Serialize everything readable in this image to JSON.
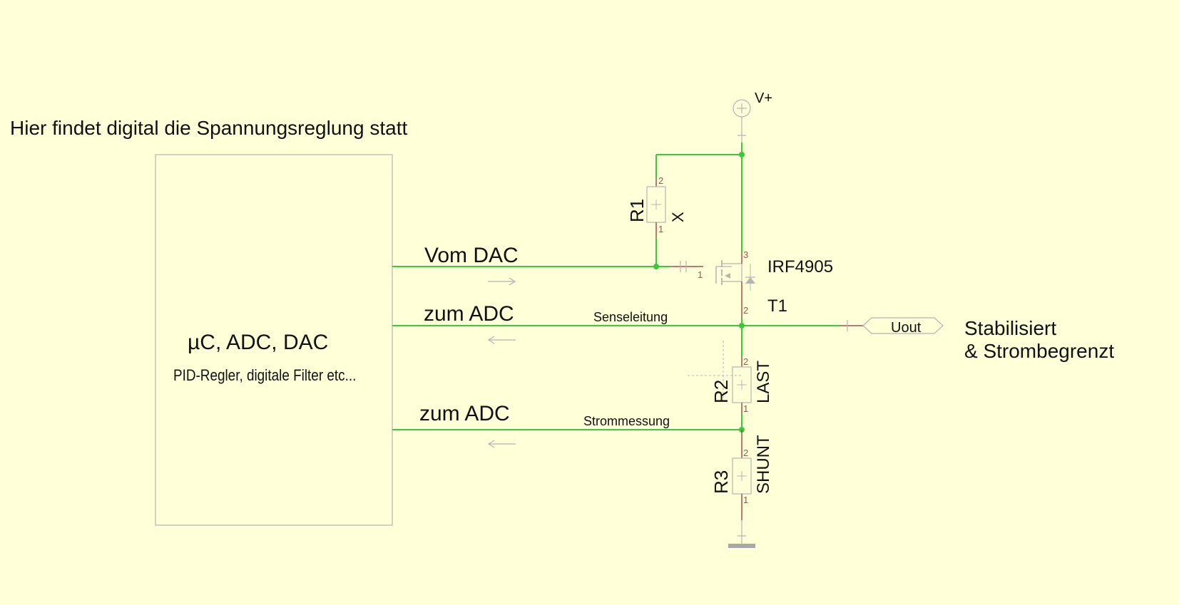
{
  "title": "Hier findet digital die Spannungsreglung statt",
  "controller": {
    "label": "µC, ADC, DAC",
    "sublabel": "PID-Regler, digitale Filter etc..."
  },
  "signals": {
    "dac": "Vom DAC",
    "adc_sense": "zum ADC",
    "sense_line": "Senseleitung",
    "adc_current": "zum ADC",
    "current_line": "Strommessung"
  },
  "power": {
    "label": "V+"
  },
  "components": {
    "r1": {
      "ref": "R1",
      "value": "X",
      "pin_top": "2",
      "pin_bottom": "1"
    },
    "t1": {
      "ref": "T1",
      "value": "IRF4905",
      "pin_gate": "1",
      "pin_source": "3",
      "pin_drain": "2"
    },
    "r2": {
      "ref": "R2",
      "value": "LAST",
      "pin_top": "2",
      "pin_bottom": "1"
    },
    "r3": {
      "ref": "R3",
      "value": "SHUNT",
      "pin_top": "2",
      "pin_bottom": "1"
    }
  },
  "output": {
    "port": "Uout",
    "desc_line1": "Stabilisiert",
    "desc_line2": "& Strombegrenzt"
  },
  "colors": {
    "background": "#FFFFD8",
    "wire": "#3CC83C",
    "pin": "#A05050",
    "symbol": "#B4B4B4",
    "text": "#111111"
  }
}
